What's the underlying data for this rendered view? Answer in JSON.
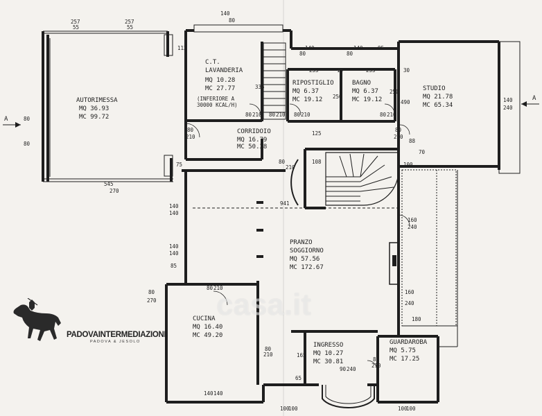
{
  "rooms": [
    {
      "id": "autorimessa",
      "name": "AUTORIMESSA",
      "mq": "MQ 36.93",
      "mc": "MC 99.72"
    },
    {
      "id": "lavanderia",
      "name1": "C.T.",
      "name2": "LAVANDERIA",
      "mq": "MQ 10.28",
      "mc": "MC 27.77",
      "note1": "(INFERIORE A",
      "note2": "30000 KCAL/H)"
    },
    {
      "id": "ripostiglio",
      "name": "RIPOSTIGLIO",
      "mq": "MQ 6.37",
      "mc": "MC 19.12"
    },
    {
      "id": "bagno",
      "name": "BAGNO",
      "mq": "MQ 6.37",
      "mc": "MC 19.12"
    },
    {
      "id": "studio",
      "name": "STUDIO",
      "mq": "MQ 21.78",
      "mc": "MC 65.34"
    },
    {
      "id": "corridoio",
      "name": "CORRIDOIO",
      "mq": "MQ 16.79",
      "mc": "MC 50.38"
    },
    {
      "id": "pranzo",
      "name1": "PRANZO",
      "name2": "SOGGIORNO",
      "mq": "MQ 57.56",
      "mc": "MC 172.67"
    },
    {
      "id": "cucina",
      "name": "CUCINA",
      "mq": "MQ 16.40",
      "mc": "MC 49.20"
    },
    {
      "id": "ingresso",
      "name": "INGRESSO",
      "mq": "MQ 10.27",
      "mc": "MC 30.81"
    },
    {
      "id": "guardaroba",
      "name": "GUARDAROBA",
      "mq": "MQ 5.75",
      "mc": "MC 17.25"
    }
  ],
  "dimensions": {
    "d257a": "257",
    "d55a": "55",
    "d257b": "257",
    "d55b": "55",
    "d140t": "140",
    "d80t": "80",
    "d113": "113",
    "d335": "335",
    "d80r": "80",
    "d140r": "140",
    "d80b": "80",
    "d140b": "140",
    "d95": "95",
    "d255a": "255",
    "d10": "10",
    "d255b": "255",
    "d30": "30",
    "d250a": "250",
    "d250b": "250",
    "d490": "490",
    "d80w1": "80",
    "d210w1": "210",
    "d80w2": "80",
    "d210w2": "210",
    "d80w3": "80",
    "d210w3": "210",
    "d80w4": "80",
    "d210w4": "210",
    "d80g": "80",
    "d210g": "210",
    "d125": "125",
    "d108": "108",
    "d80s": "80",
    "d210s": "210",
    "d88": "88",
    "d70": "70",
    "d100": "100",
    "d140s": "140",
    "d240s": "240",
    "d80a": "80",
    "d80b2": "80",
    "d545": "545",
    "d270": "270",
    "d75": "75",
    "d80c": "80",
    "d210c": "210",
    "d941": "941",
    "d140p1": "140",
    "d140p2": "140",
    "d140p3": "140",
    "d140p4": "140",
    "d85": "85",
    "d160a": "160",
    "d240a": "240",
    "d160b": "160",
    "d240b": "240",
    "d180": "180",
    "d80k": "80",
    "d210k": "210",
    "d80k2": "80",
    "d270k": "270",
    "d80i": "80",
    "d210i": "210",
    "d165": "165",
    "d65": "65",
    "d90": "90",
    "d240i": "240",
    "d80gw": "80",
    "d210gw": "210",
    "d140k": "140",
    "d140k2": "140",
    "d100a": "100",
    "d100b": "100",
    "d100c": "100",
    "d100d": "100"
  },
  "section_markers": {
    "left": "A",
    "right": "A"
  },
  "brand": {
    "name": "PADOVAINTERMEDIAZIONI",
    "sub": "PADOVA & JESOLO",
    "watermark": "casa.it"
  }
}
